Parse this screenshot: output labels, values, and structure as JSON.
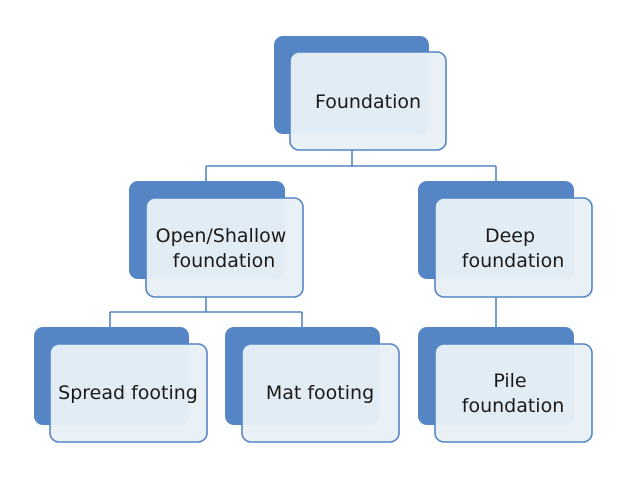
{
  "diagram": {
    "nodes": {
      "foundation": {
        "lines": [
          "Foundation"
        ]
      },
      "open_shallow": {
        "lines": [
          "Open/Shallow",
          "foundation"
        ]
      },
      "deep": {
        "lines": [
          "Deep",
          "foundation"
        ]
      },
      "spread": {
        "lines": [
          "Spread footing"
        ]
      },
      "mat": {
        "lines": [
          "Mat footing"
        ]
      },
      "pile": {
        "lines": [
          "Pile",
          "foundation"
        ]
      }
    },
    "edges": [
      {
        "from": "foundation",
        "to": "open_shallow"
      },
      {
        "from": "foundation",
        "to": "deep"
      },
      {
        "from": "open_shallow",
        "to": "spread"
      },
      {
        "from": "open_shallow",
        "to": "mat"
      },
      {
        "from": "deep",
        "to": "pile"
      }
    ],
    "colors": {
      "accent": "#5585c4",
      "box_fill": "#e8f0f7",
      "text": "#1a1a1a"
    }
  }
}
